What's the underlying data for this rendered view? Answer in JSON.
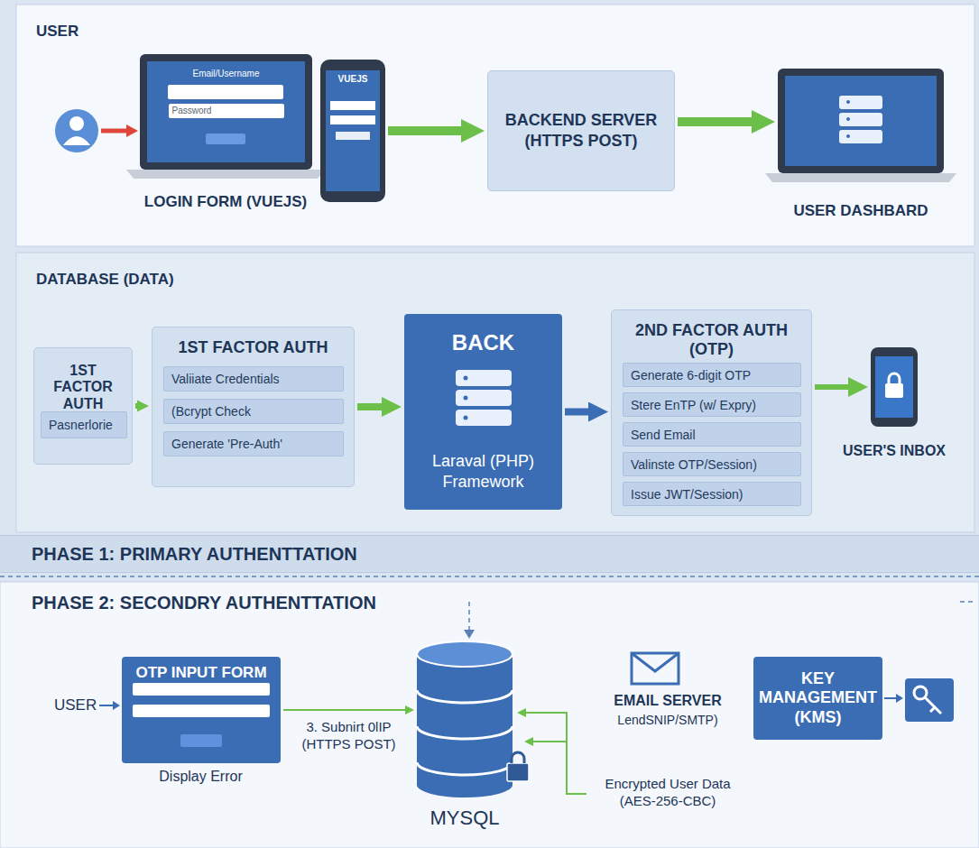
{
  "diagram": {
    "nodes": [
      {
        "text": [
          "USER"
        ]
      },
      {
        "text": [
          "Email/Username",
          "Password"
        ],
        "in": 0
      },
      {
        "text": [
          "VUEJS"
        ],
        "in": 0
      },
      {
        "text": [
          "BACKEND SERVER (HTTPS POST)"
        ],
        "in": 0
      },
      {
        "text": [
          "USER DASHBARD"
        ],
        "in": 0
      },
      {
        "text": [
          "DATABASE (DATA)"
        ]
      },
      {
        "text": [
          "1ST FACTOR AUTH"
        ],
        "in": 5
      },
      {
        "text": [
          "Pasnerlorie"
        ],
        "in": 6
      },
      {
        "text": [
          "1ST FACTOR AUTH"
        ],
        "in": 5
      },
      {
        "text": [
          "Valiiate Credentials"
        ],
        "in": 8
      },
      {
        "text": [
          "(Bcrypt Check"
        ],
        "in": 8
      },
      {
        "text": [
          "Generate 'Pre-Auth'"
        ],
        "in": 8
      },
      {
        "text": [
          "BACK",
          "Laraval (PHP) Framework"
        ],
        "in": 5
      },
      {
        "text": [
          "2ND FACTOR AUTH (OTP)"
        ],
        "in": 5
      },
      {
        "text": [
          "Generate 6-digit OTP"
        ],
        "in": 13
      },
      {
        "text": [
          "Stere EnTP (w/ Expry)"
        ],
        "in": 13
      },
      {
        "text": [
          "Send Email"
        ],
        "in": 13
      },
      {
        "text": [
          "Valinste OTP/Session)"
        ],
        "in": 13
      },
      {
        "text": [
          "Issue JWT/Session)"
        ],
        "in": 13
      },
      {
        "text": [
          "USER'S INBOX"
        ],
        "in": 5
      },
      {
        "text": [
          "PHASE 1: PRIMARY AUTHENTTATION"
        ]
      },
      {
        "text": [
          "PHASE 2: SECONDRY AUTHENTTATION"
        ]
      },
      {
        "text": [
          "OTP INPUT FORM"
        ],
        "in": 21
      },
      {
        "text": [
          "MYSQL"
        ],
        "in": 21
      },
      {
        "text": [
          "EMAIL SERVER",
          "LendSNIP/SMTP)"
        ],
        "in": 21
      },
      {
        "text": [
          "KEY MANAGEMENT (KMS)"
        ],
        "in": 21
      }
    ],
    "edges": [
      {
        "from": 2,
        "to": 3,
        "arrow": "to"
      },
      {
        "from": 3,
        "to": 4,
        "arrow": "to"
      },
      {
        "from": 6,
        "to": 8,
        "arrow": "to"
      },
      {
        "from": 8,
        "to": 12,
        "arrow": "to"
      },
      {
        "from": 12,
        "to": 13,
        "arrow": "to"
      },
      {
        "from": 13,
        "to": 19,
        "arrow": "to"
      },
      {
        "from": 22,
        "to": 23,
        "label": "3. Subnirt 0lIP (HTTPS POST)",
        "arrow": "to"
      }
    ],
    "labels": [
      "LOGIN FORM (VUEJS)",
      "USER",
      "Display Error",
      "Encrypted User Data (AES-256-CBC)"
    ]
  }
}
